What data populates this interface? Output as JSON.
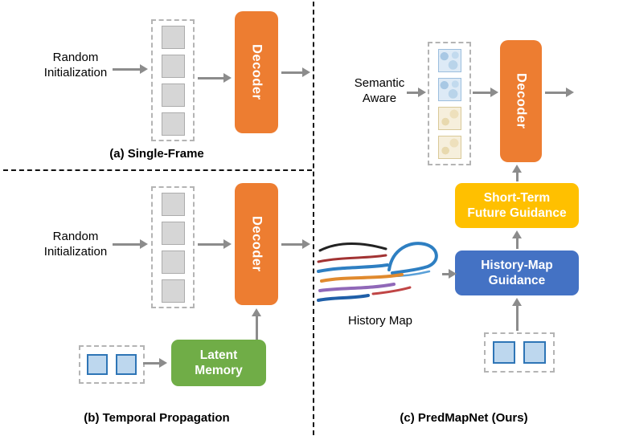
{
  "figure": {
    "panel_a": {
      "caption": "(a) Single-Frame",
      "input_label": "Random\nInitialization",
      "decoder_label": "Decoder"
    },
    "panel_b": {
      "caption": "(b) Temporal Propagation",
      "input_label": "Random\nInitialization",
      "decoder_label": "Decoder",
      "memory_label": "Latent\nMemory"
    },
    "panel_c": {
      "caption": "(c) PredMapNet (Ours)",
      "input_label": "Semantic\nAware",
      "decoder_label": "Decoder",
      "short_term_label": "Short-Term\nFuture Guidance",
      "history_guidance_label": "History-Map\nGuidance",
      "history_map_caption": "History Map"
    },
    "colors": {
      "decoder_orange": "#ED7D31",
      "memory_green": "#70AD47",
      "short_term_yellow": "#FFC000",
      "history_blue": "#4472C4",
      "token_gray": "#D6D6D6",
      "token_blue_fill": "#BDD7EE",
      "token_blue_border": "#2E75B6",
      "arrow_gray": "#8C8C8C"
    }
  }
}
